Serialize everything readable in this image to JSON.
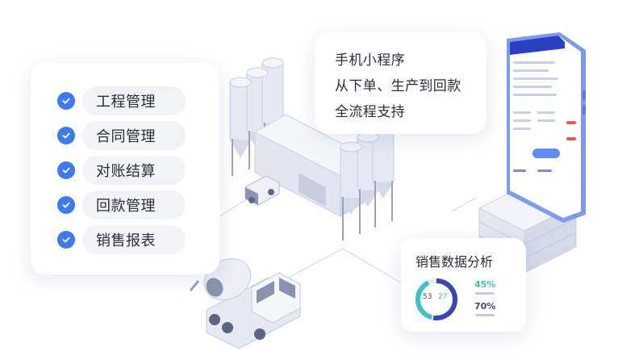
{
  "features": {
    "items": [
      {
        "label": "工程管理"
      },
      {
        "label": "合同管理"
      },
      {
        "label": "对账结算"
      },
      {
        "label": "回款管理"
      },
      {
        "label": "销售报表"
      }
    ]
  },
  "mini_program": {
    "lines": [
      "手机小程序",
      "从下单、生产到回款",
      "全流程支持"
    ]
  },
  "sales_analysis": {
    "title": "销售数据分析",
    "donut_left_value": "53",
    "donut_right_value": "27",
    "percent_a": "45%",
    "percent_b": "70%",
    "percent_a_color": "#43c0b6",
    "percent_b_color": "#4a3f9a"
  },
  "colors": {
    "accent": "#3d7af0",
    "phone_frame": "#6f93ee",
    "illustration": "#e4e7f2"
  }
}
